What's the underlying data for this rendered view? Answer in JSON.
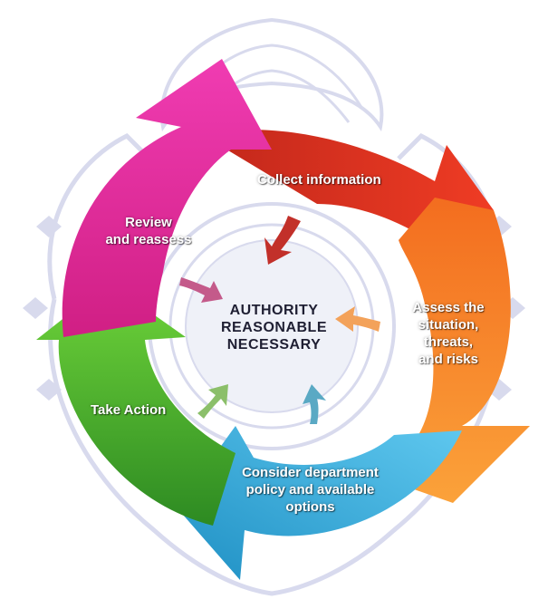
{
  "center": {
    "lines": [
      "AUTHORITY",
      "REASONABLE",
      "NECESSARY"
    ]
  },
  "steps": [
    {
      "id": "collect",
      "lines": [
        "Collect information"
      ],
      "color": "#e53325"
    },
    {
      "id": "assess",
      "lines": [
        "Assess the",
        "situation,",
        "threats,",
        "and risks"
      ],
      "color": "#f7861f"
    },
    {
      "id": "consider",
      "lines": [
        "Consider department",
        "policy and available",
        "options"
      ],
      "color": "#33b5e0"
    },
    {
      "id": "take-action",
      "lines": [
        "Take Action"
      ],
      "color": "#4cbe2a"
    },
    {
      "id": "review",
      "lines": [
        "Review",
        "and reassess"
      ],
      "color": "#e02f9a"
    }
  ],
  "background": {
    "badge_color": "#d4d6ec"
  }
}
